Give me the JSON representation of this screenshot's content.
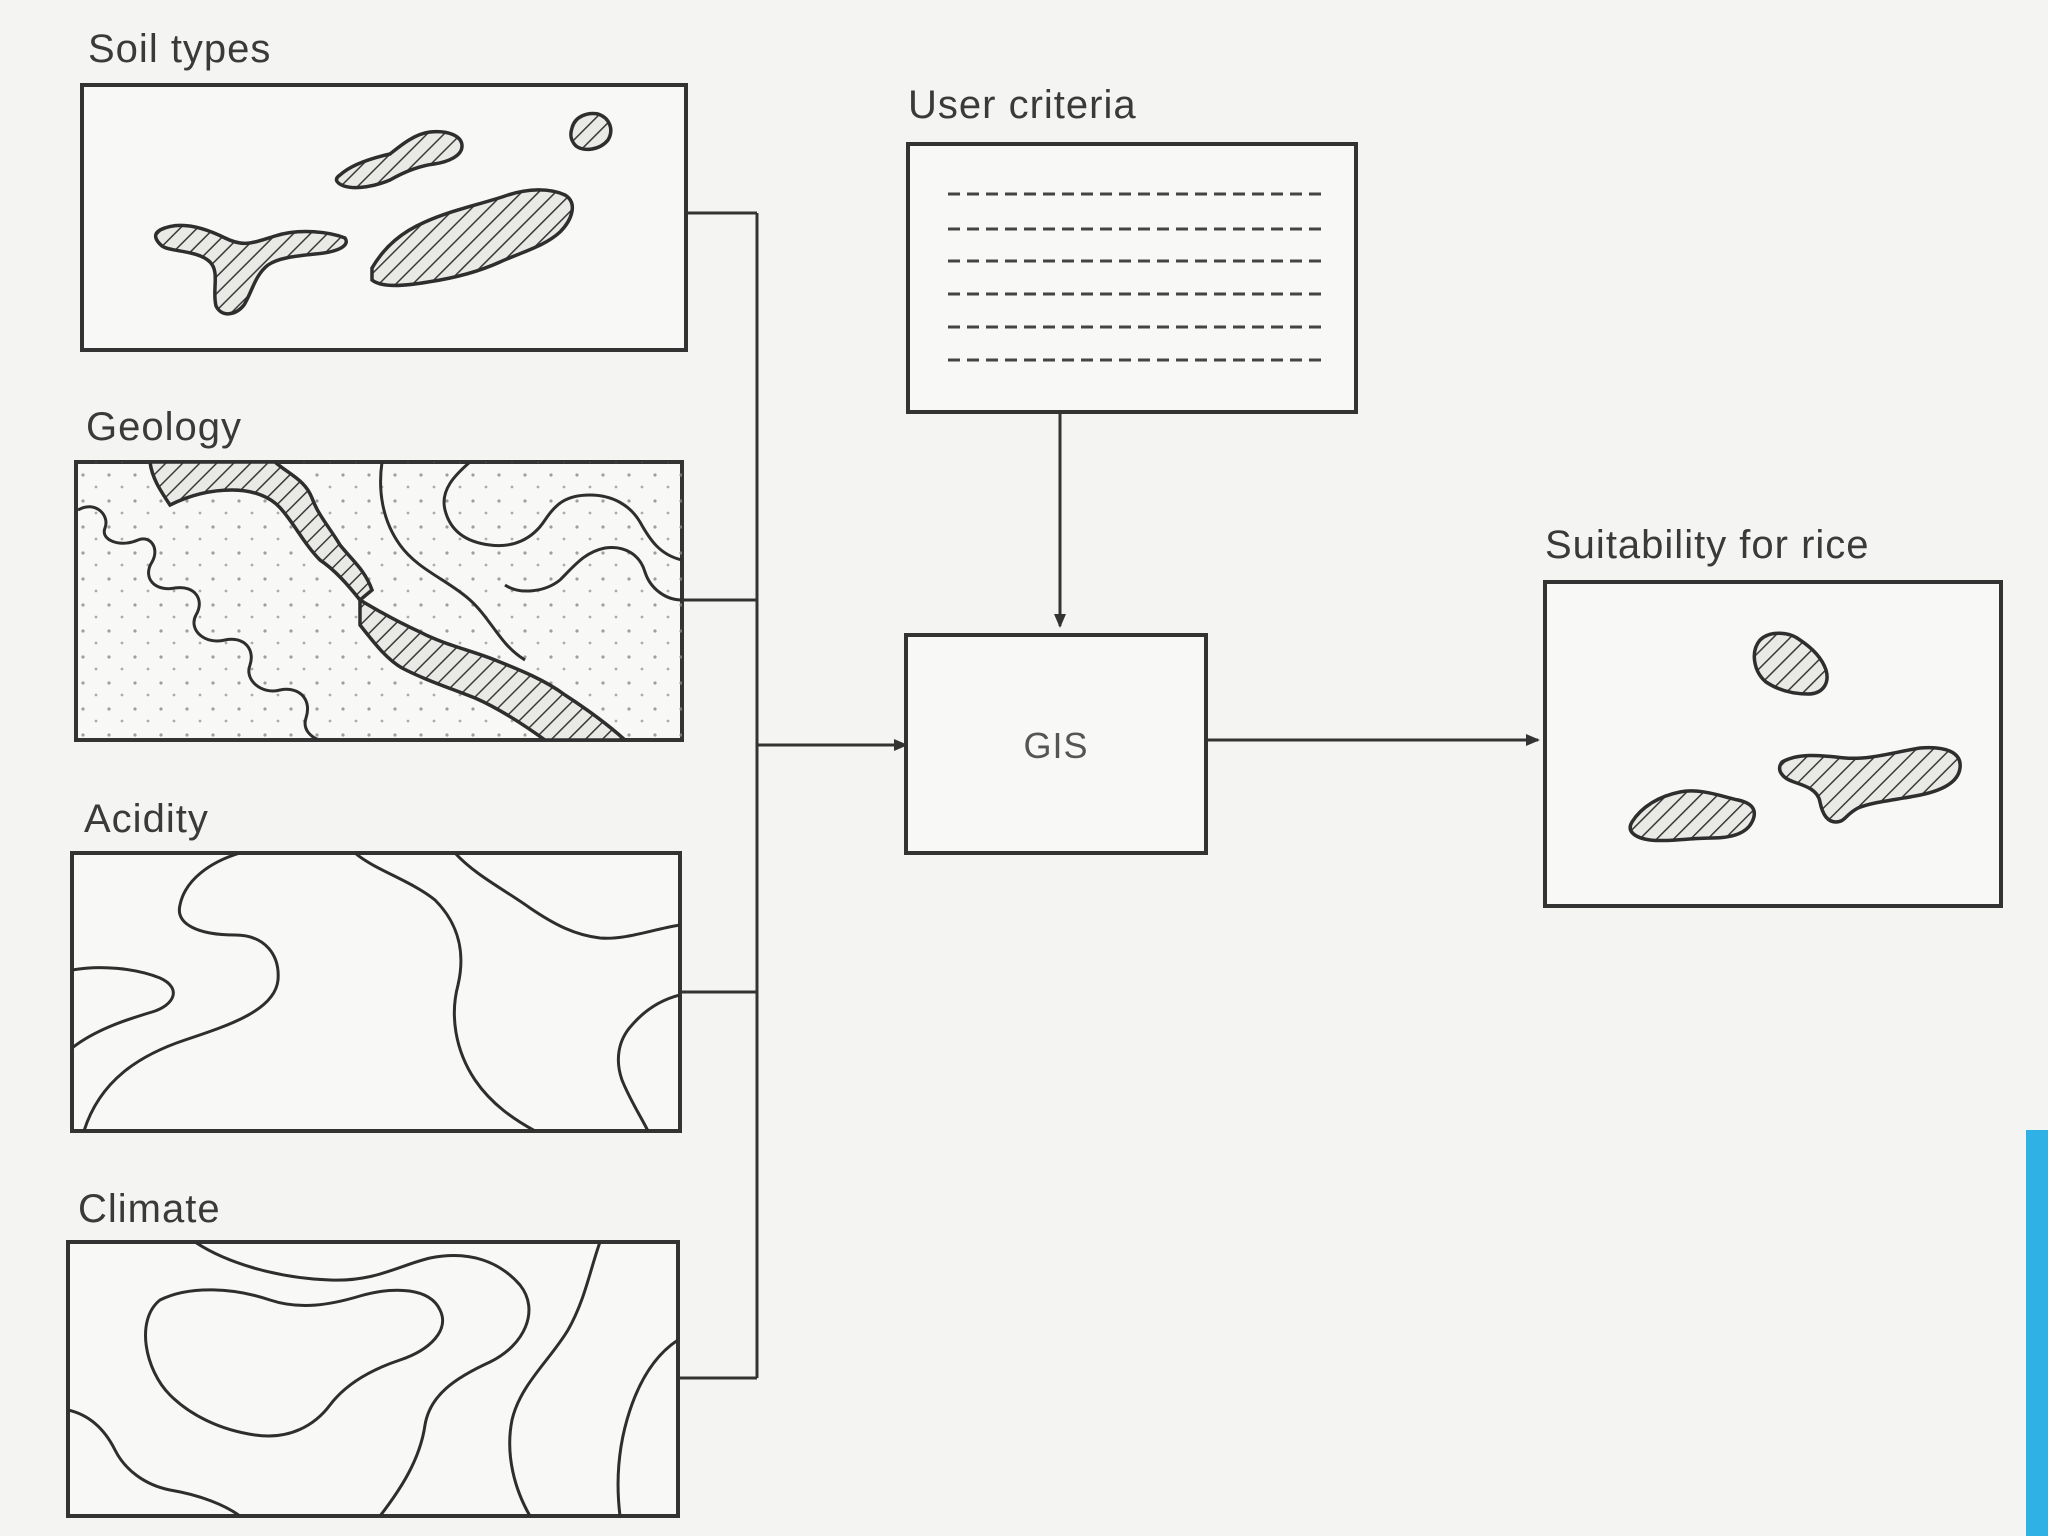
{
  "inputs": {
    "soil_types": "Soil types",
    "geology": "Geology",
    "acidity": "Acidity",
    "climate": "Climate"
  },
  "user_criteria": "User criteria",
  "processor": "GIS",
  "output": "Suitability for rice",
  "colors": {
    "ink": "#2e2e2e",
    "background": "#f4f4f2",
    "accent_bar": "#2fb1e5"
  }
}
